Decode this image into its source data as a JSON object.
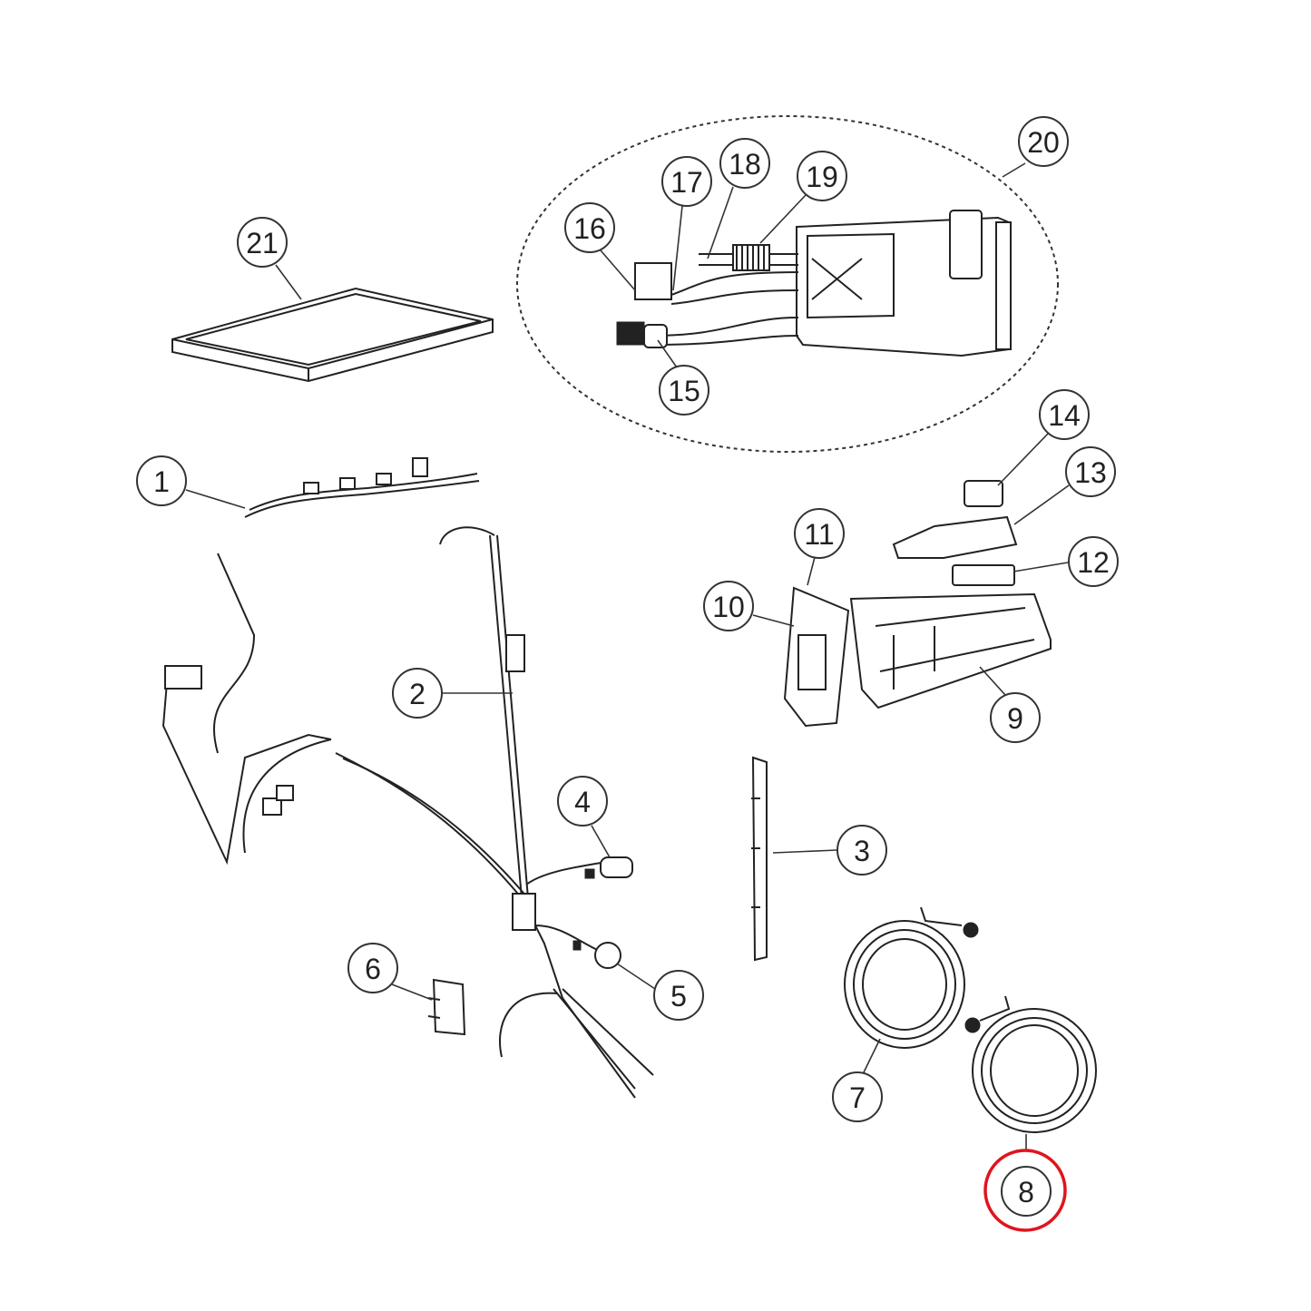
{
  "diagram": {
    "type": "exploded-parts-diagram",
    "highlight_color": "#e0141e",
    "highlighted_callout": "8",
    "callouts": {
      "c1": "1",
      "c2": "2",
      "c3": "3",
      "c4": "4",
      "c5": "5",
      "c6": "6",
      "c7": "7",
      "c8": "8",
      "c9": "9",
      "c10": "10",
      "c11": "11",
      "c12": "12",
      "c13": "13",
      "c14": "14",
      "c15": "15",
      "c16": "16",
      "c17": "17",
      "c18": "18",
      "c19": "19",
      "c20": "20",
      "c21": "21"
    }
  }
}
